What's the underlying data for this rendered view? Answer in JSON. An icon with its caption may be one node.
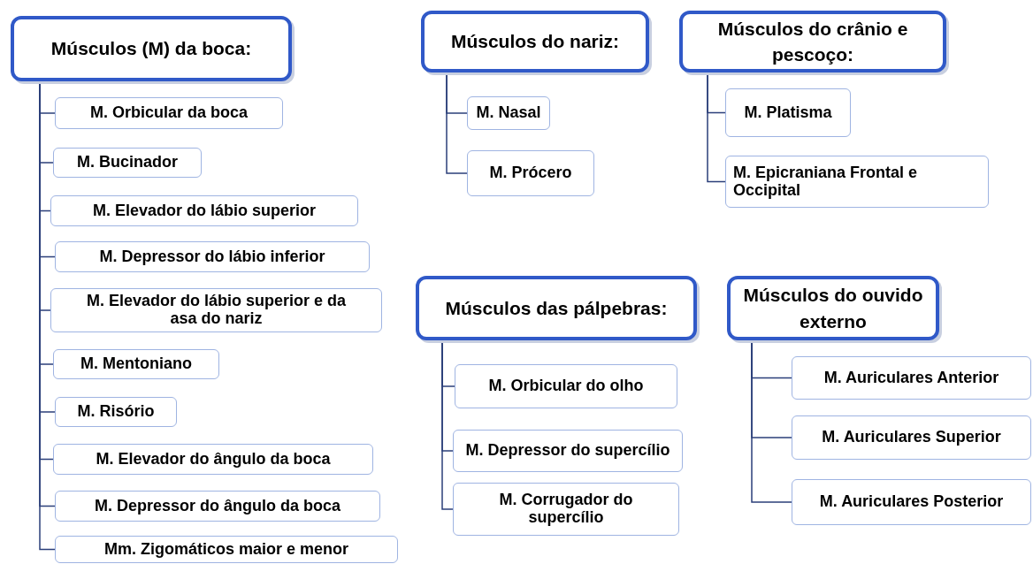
{
  "diagram": {
    "nodes": [
      {
        "text": [
          "Músculos (M) da boca:"
        ]
      },
      {
        "text": [
          "M. Orbicular da boca"
        ]
      },
      {
        "text": [
          "M. Bucinador"
        ]
      },
      {
        "text": [
          "M. Elevador do lábio superior"
        ]
      },
      {
        "text": [
          "M. Depressor do lábio inferior"
        ]
      },
      {
        "text": [
          "M. Elevador do lábio superior e da asa do nariz"
        ]
      },
      {
        "text": [
          "M. Mentoniano"
        ]
      },
      {
        "text": [
          "M. Risório"
        ]
      },
      {
        "text": [
          "M. Elevador do ângulo da boca"
        ]
      },
      {
        "text": [
          "M. Depressor do ângulo da boca"
        ]
      },
      {
        "text": [
          "Mm. Zigomáticos maior e menor"
        ]
      },
      {
        "text": [
          "Músculos do nariz:"
        ]
      },
      {
        "text": [
          "M. Nasal"
        ]
      },
      {
        "text": [
          "M. Prócero"
        ]
      },
      {
        "text": [
          "Músculos do crânio e pescoço:"
        ]
      },
      {
        "text": [
          "M. Platisma"
        ]
      },
      {
        "text": [
          "M. Epicraniana Frontal e Occipital"
        ]
      },
      {
        "text": [
          "Músculos das pálpebras:"
        ]
      },
      {
        "text": [
          "M. Orbicular do olho"
        ]
      },
      {
        "text": [
          "M. Depressor do supercílio"
        ]
      },
      {
        "text": [
          "M. Corrugador do supercílio"
        ]
      },
      {
        "text": [
          "Músculos do ouvido externo"
        ]
      },
      {
        "text": [
          "M. Auriculares Anterior"
        ]
      },
      {
        "text": [
          "M. Auriculares Superior"
        ]
      },
      {
        "text": [
          "M. Auriculares Posterior"
        ]
      }
    ],
    "edges": [
      {
        "from": 0,
        "to": 1,
        "arrow": "none"
      },
      {
        "from": 0,
        "to": 2,
        "arrow": "none"
      },
      {
        "from": 0,
        "to": 3,
        "arrow": "none"
      },
      {
        "from": 0,
        "to": 4,
        "arrow": "none"
      },
      {
        "from": 0,
        "to": 5,
        "arrow": "none"
      },
      {
        "from": 0,
        "to": 6,
        "arrow": "none"
      },
      {
        "from": 0,
        "to": 7,
        "arrow": "none"
      },
      {
        "from": 0,
        "to": 8,
        "arrow": "none"
      },
      {
        "from": 0,
        "to": 9,
        "arrow": "none"
      },
      {
        "from": 0,
        "to": 10,
        "arrow": "none"
      },
      {
        "from": 11,
        "to": 12,
        "arrow": "none"
      },
      {
        "from": 11,
        "to": 13,
        "arrow": "none"
      },
      {
        "from": 14,
        "to": 15,
        "arrow": "none"
      },
      {
        "from": 14,
        "to": 16,
        "arrow": "none"
      },
      {
        "from": 17,
        "to": 18,
        "arrow": "none"
      },
      {
        "from": 17,
        "to": 19,
        "arrow": "none"
      },
      {
        "from": 17,
        "to": 20,
        "arrow": "none"
      },
      {
        "from": 21,
        "to": 22,
        "arrow": "none"
      },
      {
        "from": 21,
        "to": 23,
        "arrow": "none"
      },
      {
        "from": 21,
        "to": 24,
        "arrow": "none"
      }
    ]
  }
}
